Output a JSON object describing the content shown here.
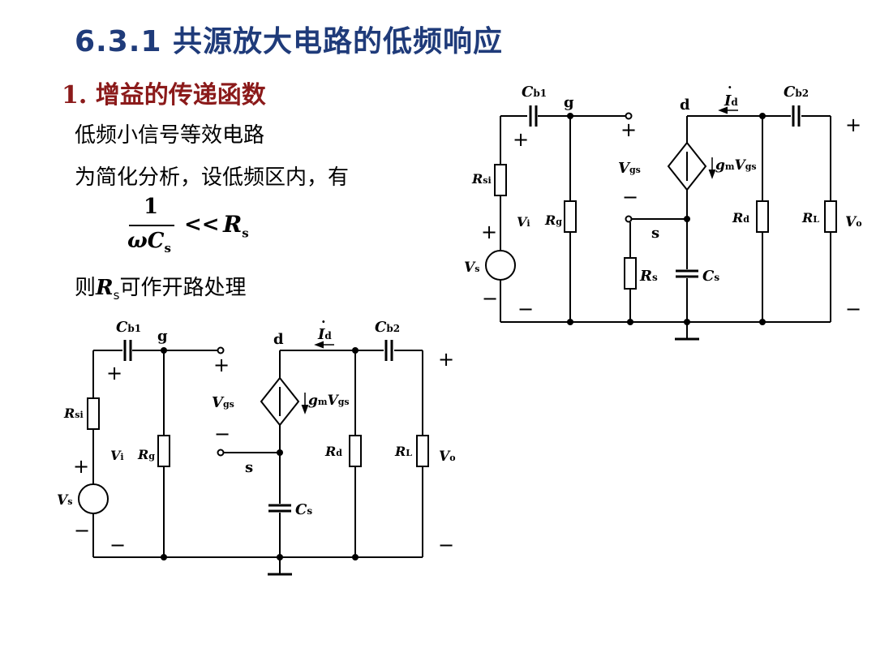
{
  "title": "6.3.1 共源放大电路的低频响应",
  "heading": "1. 增益的传递函数",
  "lines": {
    "l1": "低频小信号等效电路",
    "l2": "为简化分析，设低频区内，有",
    "l4_pre": "则",
    "l4_post": "可作开路处理"
  },
  "formula": {
    "numerator": "1",
    "denominator": "ωC",
    "den_sub": "s",
    "relation": "<<",
    "rhs": "R",
    "rhs_sub": "s"
  },
  "circuit": {
    "Cb1": "C",
    "Cb1_sub": "b1",
    "Cb2": "C",
    "Cb2_sub": "b2",
    "g": "g",
    "d": "d",
    "s": "s",
    "Id": "I",
    "Id_sub": "d",
    "Rsi": "R",
    "Rsi_sub": "si",
    "Rg": "R",
    "Rg_sub": "g",
    "Rd": "R",
    "Rd_sub": "d",
    "RL": "R",
    "RL_sub": "L",
    "Rs": "R",
    "Rs_sub": "s",
    "Cs": "C",
    "Cs_sub": "s",
    "Vgs": "V",
    "Vgs_sub": "gs",
    "Vi": "V",
    "Vi_sub": "i",
    "Vo": "V",
    "Vo_sub": "o",
    "Vs": "V",
    "Vs_sub": "s",
    "gm": "g",
    "gm_sub": "m",
    "plus": "+",
    "minus": "−"
  }
}
